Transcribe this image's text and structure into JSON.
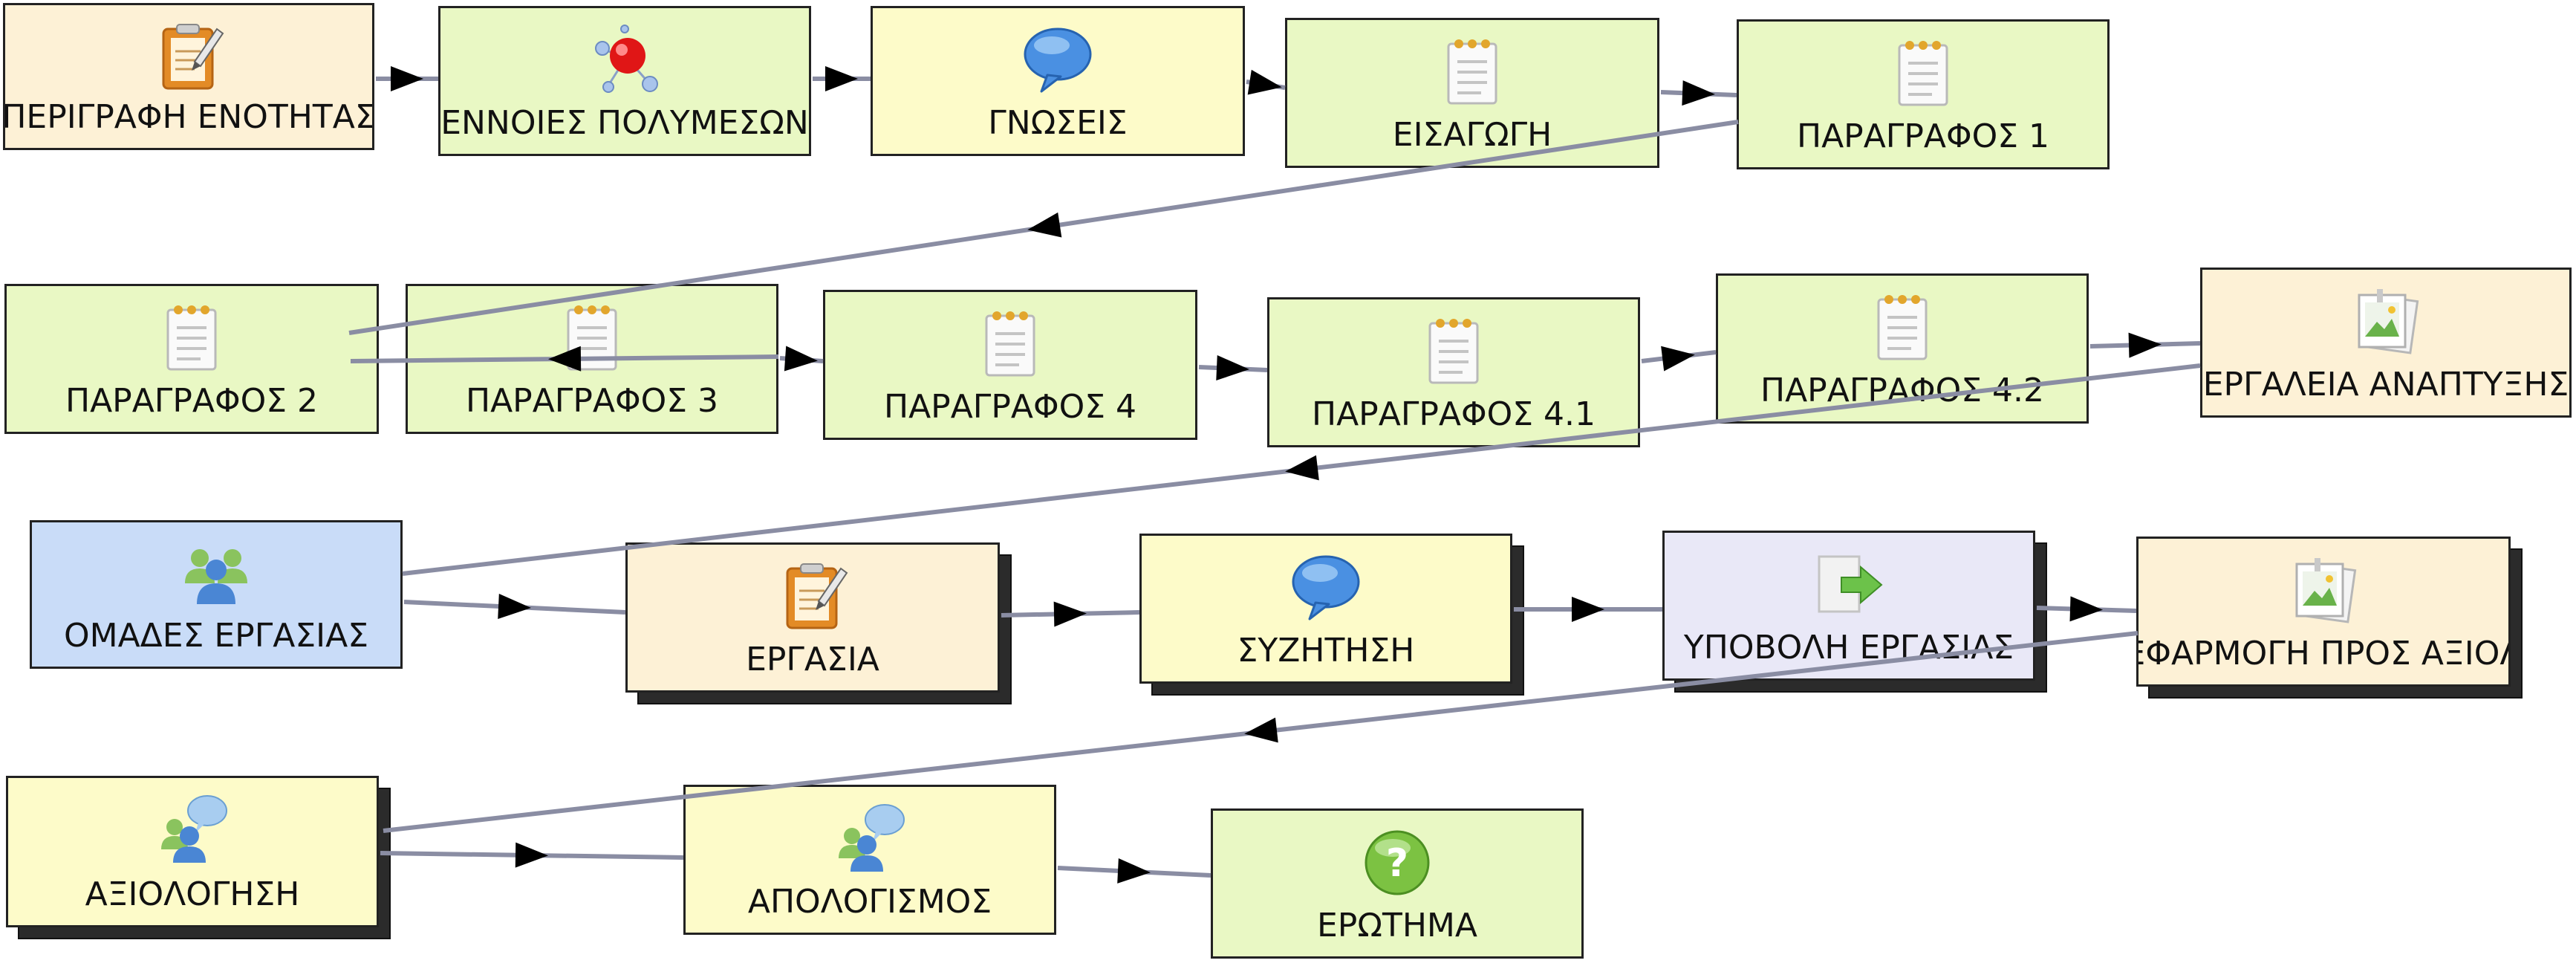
{
  "diagram": {
    "colors": {
      "green": "#e9f8c4",
      "peach": "#fdf1d6",
      "yellow": "#fdfbc9",
      "blue": "#c9dcf8",
      "lavender": "#e9e8f7",
      "edge": "#8a8da3"
    },
    "nodes": [
      {
        "id": "n1",
        "label": "ΠΕΡΙΓΡΑΦΗ ΕΝΟΤΗΤΑΣ",
        "icon": "notepad-pencil-icon",
        "fill": "peach"
      },
      {
        "id": "n2",
        "label": "ΕΝΝΟΙΕΣ ΠΟΛΥΜΕΣΩΝ",
        "icon": "molecule-icon",
        "fill": "green"
      },
      {
        "id": "n3",
        "label": "ΓΝΩΣΕΙΣ",
        "icon": "speech-bubble-icon",
        "fill": "yellow"
      },
      {
        "id": "n4",
        "label": "ΕΙΣΑΓΩΓΗ",
        "icon": "notepad-icon",
        "fill": "green"
      },
      {
        "id": "n5",
        "label": "ΠΑΡΑΓΡΑΦΟΣ 1",
        "icon": "notepad-icon",
        "fill": "green"
      },
      {
        "id": "n6",
        "label": "ΠΑΡΑΓΡΑΦΟΣ 2",
        "icon": "notepad-icon",
        "fill": "green"
      },
      {
        "id": "n7",
        "label": "ΠΑΡΑΓΡΑΦΟΣ 3",
        "icon": "notepad-icon",
        "fill": "green"
      },
      {
        "id": "n8",
        "label": "ΠΑΡΑΓΡΑΦΟΣ 4",
        "icon": "notepad-icon",
        "fill": "green"
      },
      {
        "id": "n9",
        "label": "ΠΑΡΑΓΡΑΦΟΣ 4.1",
        "icon": "notepad-icon",
        "fill": "green"
      },
      {
        "id": "n10",
        "label": "ΠΑΡΑΓΡΑΦΟΣ 4.2",
        "icon": "notepad-icon",
        "fill": "green"
      },
      {
        "id": "n11",
        "label": "ΕΡΓΑΛΕΙΑ ΑΝΑΠΤΥΞΗΣ",
        "icon": "image-stack-icon",
        "fill": "peach"
      },
      {
        "id": "n12",
        "label": "ΟΜΑΔΕΣ ΕΡΓΑΣΙΑΣ",
        "icon": "group-icon",
        "fill": "blue"
      },
      {
        "id": "n13",
        "label": "ΕΡΓΑΣΙΑ",
        "icon": "notepad-pencil-icon",
        "fill": "peach",
        "stacked": true
      },
      {
        "id": "n14",
        "label": "ΣΥΖΗΤΗΣΗ",
        "icon": "speech-bubble-icon",
        "fill": "yellow",
        "stacked": true
      },
      {
        "id": "n15",
        "label": "ΥΠΟΒΟΛΗ ΕΡΓΑΣΙΑΣ",
        "icon": "submit-arrow-icon",
        "fill": "lavender",
        "stacked": true
      },
      {
        "id": "n16",
        "label": "ΕΦΑΡΜΟΓΗ ΠΡΟΣ ΑΞΙΟΛ",
        "icon": "image-stack-icon",
        "fill": "peach",
        "stacked": true
      },
      {
        "id": "n17",
        "label": "ΑΞΙΟΛΟΓΗΣΗ",
        "icon": "chat-people-icon",
        "fill": "yellow",
        "stacked": true
      },
      {
        "id": "n18",
        "label": "ΑΠΟΛΟΓΙΣΜΟΣ",
        "icon": "chat-people-icon",
        "fill": "yellow"
      },
      {
        "id": "n19",
        "label": "ΕΡΩΤΗΜΑ",
        "icon": "question-icon",
        "fill": "green"
      }
    ],
    "edges": [
      {
        "from": "n1",
        "to": "n2"
      },
      {
        "from": "n2",
        "to": "n3"
      },
      {
        "from": "n3",
        "to": "n4"
      },
      {
        "from": "n4",
        "to": "n5"
      },
      {
        "from": "n5",
        "to": "n6"
      },
      {
        "from": "n7",
        "to": "n6"
      },
      {
        "from": "n7",
        "to": "n8"
      },
      {
        "from": "n8",
        "to": "n9"
      },
      {
        "from": "n9",
        "to": "n10"
      },
      {
        "from": "n10",
        "to": "n11"
      },
      {
        "from": "n11",
        "to": "n12"
      },
      {
        "from": "n12",
        "to": "n13"
      },
      {
        "from": "n13",
        "to": "n14"
      },
      {
        "from": "n14",
        "to": "n15"
      },
      {
        "from": "n15",
        "to": "n16"
      },
      {
        "from": "n16",
        "to": "n17"
      },
      {
        "from": "n17",
        "to": "n18"
      },
      {
        "from": "n18",
        "to": "n19"
      }
    ]
  }
}
